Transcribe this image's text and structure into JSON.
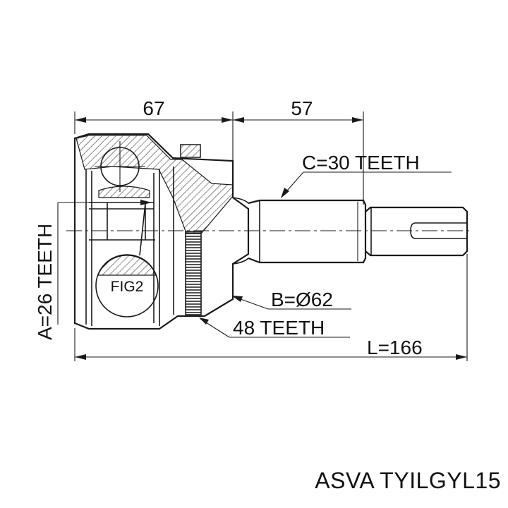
{
  "dimensions": {
    "top_left": "67",
    "top_right": "57",
    "spline_c": "C=30 TEETH",
    "seal_b": "B=Ø62",
    "abs_ring": "48 TEETH",
    "length": "L=166",
    "spline_a": "A=26 TEETH"
  },
  "detail_label": "FIG2",
  "part_code": "ASVA TYILGYL15"
}
